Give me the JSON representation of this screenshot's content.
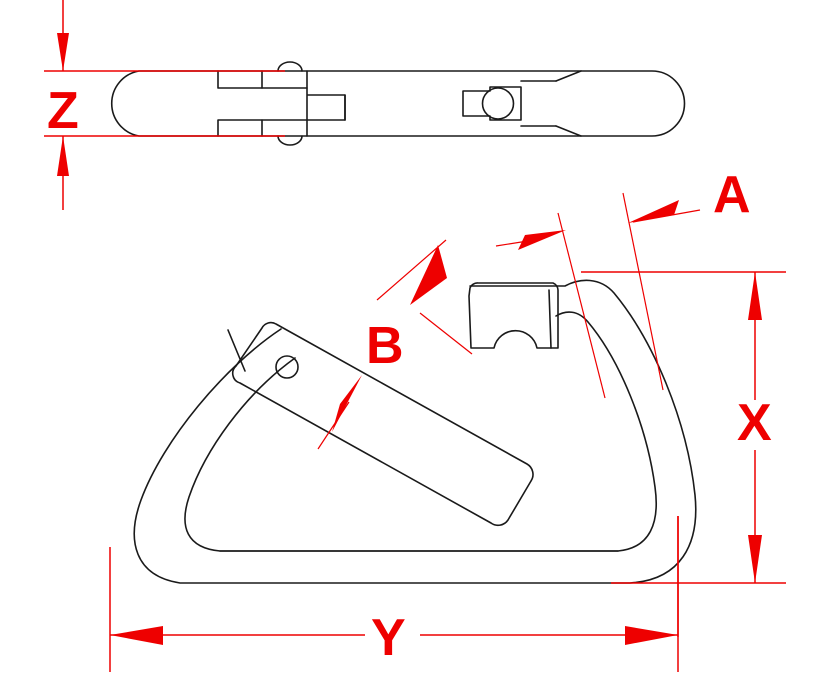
{
  "drawing": {
    "type": "engineering-dimension-drawing",
    "subject": "carabiner",
    "background_color": "#ffffff",
    "part_line_color": "#1a1a1a",
    "dimension_color": "#ee0000",
    "views": [
      {
        "name": "top-view",
        "description": "Edge-on / side profile of carabiner showing thickness",
        "dimensions_shown": [
          "Z"
        ]
      },
      {
        "name": "front-view",
        "description": "Face-on view of carabiner showing gate, latch and body outline",
        "dimensions_shown": [
          "A",
          "B",
          "X",
          "Y"
        ]
      }
    ],
    "dimension_labels": {
      "A": "A",
      "B": "B",
      "X": "X",
      "Y": "Y",
      "Z": "Z"
    },
    "dimension_meanings": {
      "A": "Body stock diameter / gate-side rod thickness (leader to upper right curved limb)",
      "B": "Gate rod thickness (leader to gate lever)",
      "X": "Overall height of carabiner body",
      "Y": "Overall width of carabiner body",
      "Z": "Overall thickness of carabiner (top view)"
    }
  },
  "chart_data": {
    "type": "table",
    "title": "",
    "categories": [
      "A",
      "B",
      "X",
      "Y",
      "Z"
    ],
    "values": [
      null,
      null,
      null,
      null,
      null
    ],
    "xlabel": "",
    "ylabel": ""
  }
}
